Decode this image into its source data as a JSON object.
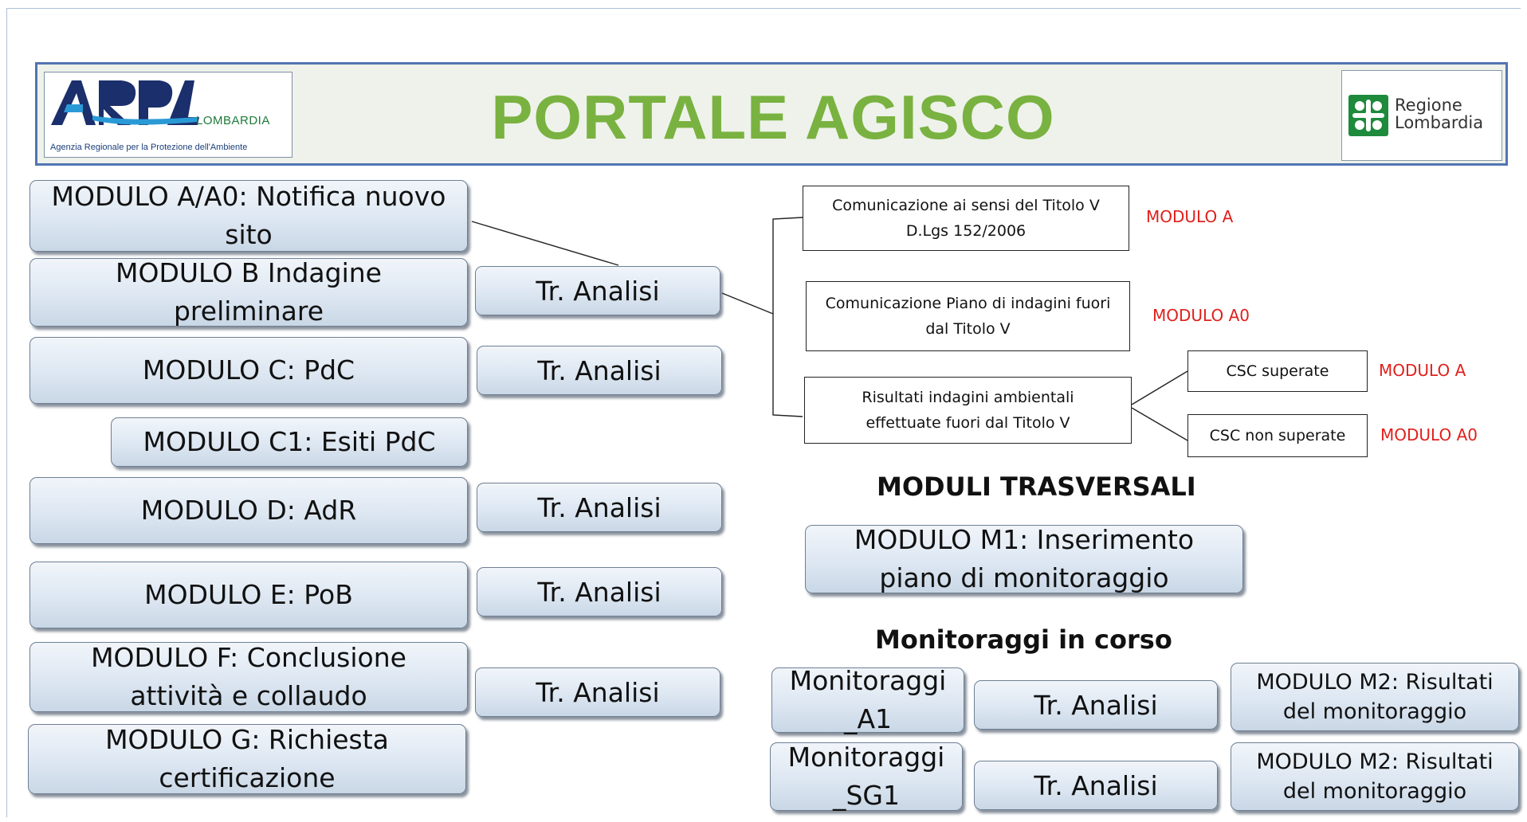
{
  "header": {
    "title": "PORTALE AGISCO",
    "arpa_logo": {
      "mark": "ARPA",
      "word": "LOMBARDIA",
      "subtitle": "Agenzia Regionale per la Protezione dell'Ambiente"
    },
    "regione_logo": {
      "line1": "Regione",
      "line2": "Lombardia"
    }
  },
  "modules": [
    {
      "label": "MODULO A/A0: Notifica nuovo sito"
    },
    {
      "label": "MODULO B Indagine preliminare"
    },
    {
      "label": "MODULO C: PdC"
    },
    {
      "label": "MODULO C1: Esiti PdC"
    },
    {
      "label": "MODULO D: AdR"
    },
    {
      "label": "MODULO E: PoB"
    },
    {
      "label": "MODULO F: Conclusione attività e collaudo"
    },
    {
      "label": "MODULO G: Richiesta certificazione"
    }
  ],
  "tr_analisi": [
    "Tr. Analisi",
    "Tr. Analisi",
    "Tr. Analisi",
    "Tr. Analisi",
    "Tr. Analisi"
  ],
  "communications": [
    {
      "text": "Comunicazione ai sensi del Titolo V D.Lgs 152/2006",
      "module": "MODULO A"
    },
    {
      "text": "Comunicazione Piano di indagini fuori dal Titolo V",
      "module": "MODULO A0"
    },
    {
      "text": "Risultati indagini ambientali effettuate fuori dal Titolo V"
    }
  ],
  "csc": [
    {
      "text": "CSC superate",
      "module": "MODULO A"
    },
    {
      "text": "CSC non superate",
      "module": "MODULO A0"
    }
  ],
  "transversal": {
    "heading": "MODULI TRASVERSALI",
    "m1": "MODULO M1: Inserimento piano di monitoraggio",
    "monitoring_heading": "Monitoraggi in corso",
    "rows": [
      {
        "mon": "Monitoraggi _A1",
        "tr": "Tr. Analisi",
        "m2": "MODULO M2: Risultati del monitoraggio"
      },
      {
        "mon": "Monitoraggi _SG1",
        "tr": "Tr. Analisi",
        "m2": "MODULO M2: Risultati del monitoraggio"
      }
    ]
  },
  "colors": {
    "title_green": "#79b240",
    "header_border": "#5274b3",
    "label_red": "#e0201c",
    "button_fill": "#dde7f2"
  }
}
